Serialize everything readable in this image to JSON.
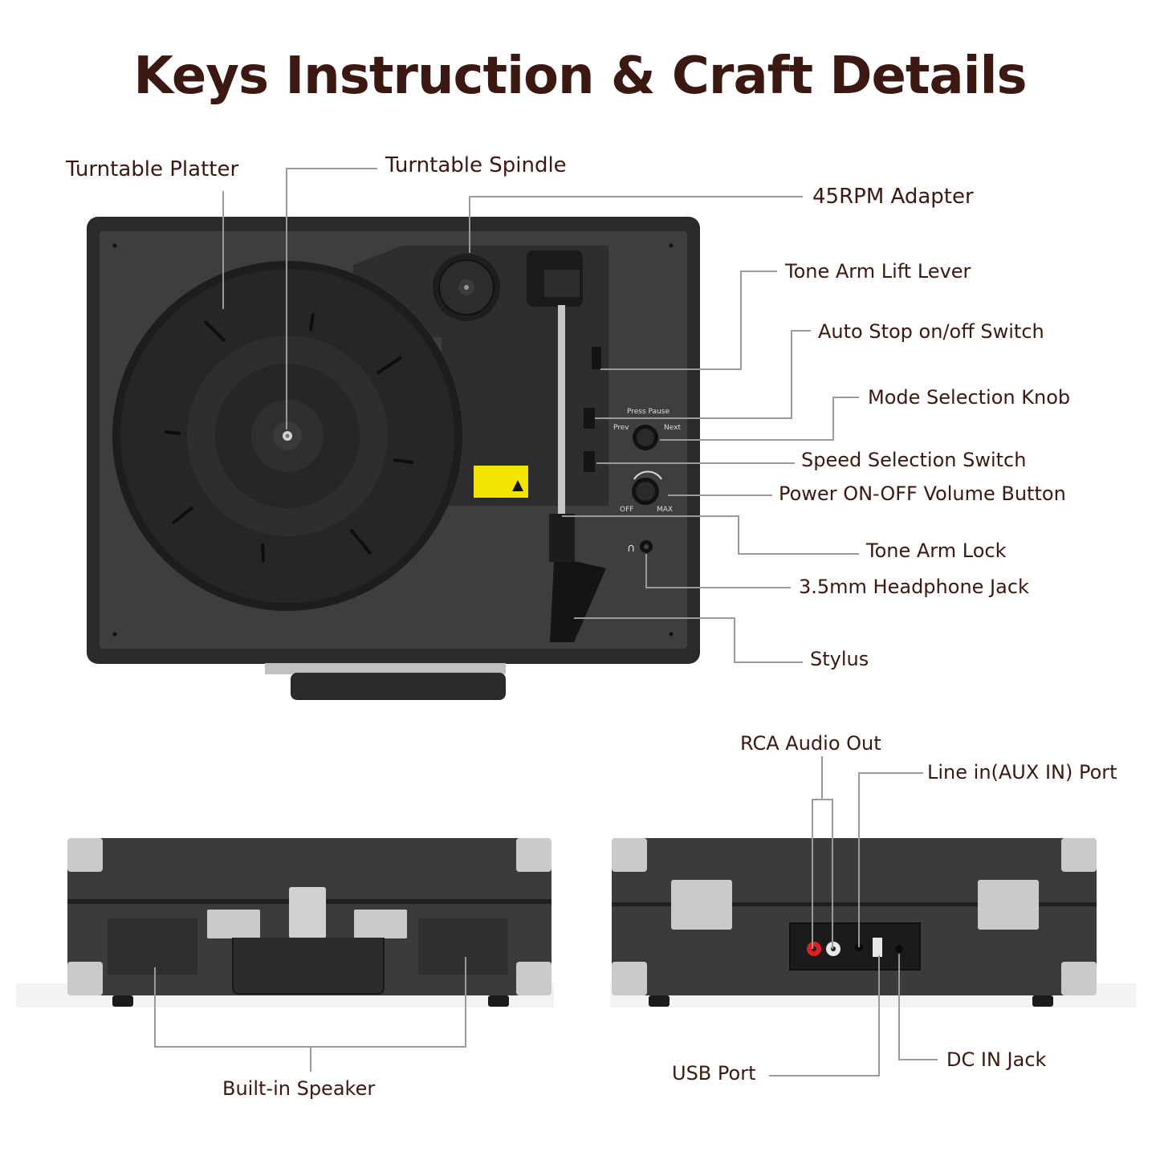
{
  "title": "Keys Instruction & Craft Details",
  "top_view": {
    "labels": {
      "turntable_platter": "Turntable Platter",
      "turntable_spindle": "Turntable Spindle",
      "adapter_45rpm": "45RPM Adapter",
      "tone_arm_lift_lever": "Tone Arm Lift Lever",
      "auto_stop_switch": "Auto Stop on/off Switch",
      "mode_selection_knob": "Mode Selection Knob",
      "speed_selection_switch": "Speed Selection Switch",
      "power_volume_button": "Power ON-OFF Volume Button",
      "tone_arm_lock": "Tone Arm Lock",
      "headphone_jack": "3.5mm Headphone Jack",
      "stylus": "Stylus"
    },
    "panel_text": {
      "press_pause": "Press Pause",
      "prev": "Prev",
      "next": "Next",
      "off": "OFF",
      "max": "MAX"
    }
  },
  "front_view": {
    "labels": {
      "built_in_speaker": "Built-in Speaker"
    }
  },
  "back_view": {
    "labels": {
      "rca_audio_out": "RCA Audio Out",
      "line_in_port": "Line in(AUX IN) Port",
      "usb_port": "USB Port",
      "dc_in_jack": "DC IN Jack"
    }
  },
  "colors": {
    "title": "#3b1812",
    "label": "#3b1812",
    "leader_line": "#9a9a9a",
    "case": "#3d3d3f",
    "case_dark": "#1f1f21",
    "metal": "#c9cacc",
    "warning_label": "#f2e600"
  }
}
